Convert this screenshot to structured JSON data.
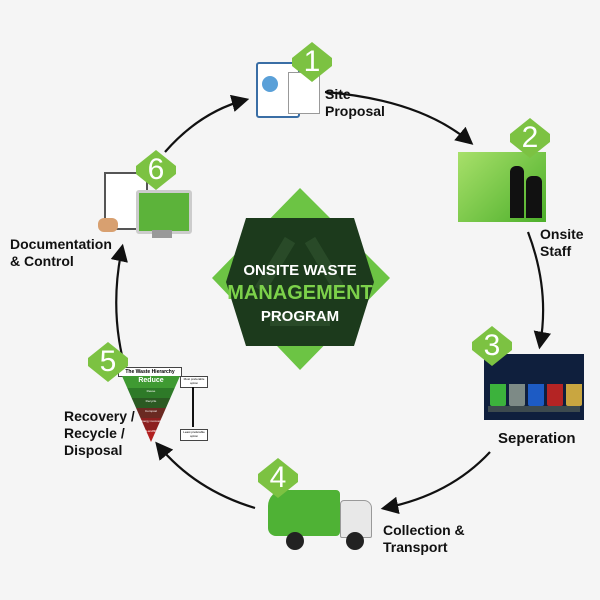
{
  "center": {
    "line1": "ONSITE WASTE",
    "line2": "MANAGEMENT",
    "line3": "PROGRAM"
  },
  "steps": [
    {
      "number": "1",
      "label_lines": [
        "Site",
        "Proposal"
      ],
      "icon": "clipboard-report-icon"
    },
    {
      "number": "2",
      "label_lines": [
        "Onsite",
        "Staff"
      ],
      "icon": "staff-recycling-icon"
    },
    {
      "number": "3",
      "label_lines": [
        "Seperation"
      ],
      "icon": "waste-bins-icon"
    },
    {
      "number": "4",
      "label_lines": [
        "Collection &",
        "Transport"
      ],
      "icon": "garbage-truck-icon"
    },
    {
      "number": "5",
      "label_lines": [
        "Recovery /",
        "Recycle /",
        "Disposal"
      ],
      "icon": "waste-hierarchy-icon"
    },
    {
      "number": "6",
      "label_lines": [
        "Documentation",
        "& Control"
      ],
      "icon": "documentation-monitor-icon"
    }
  ],
  "hierarchy": {
    "title": "The Waste Hierarchy",
    "levels": [
      "Reduce",
      "Reuse",
      "Recycle",
      "Compost",
      "Energy recovery",
      "Landfill"
    ],
    "top_note": "Most preferable option",
    "bottom_note": "Least preferable option"
  },
  "colors": {
    "accent": "#7cc242",
    "dark": "#1c3a1c",
    "hex_green": "#66c23a"
  }
}
